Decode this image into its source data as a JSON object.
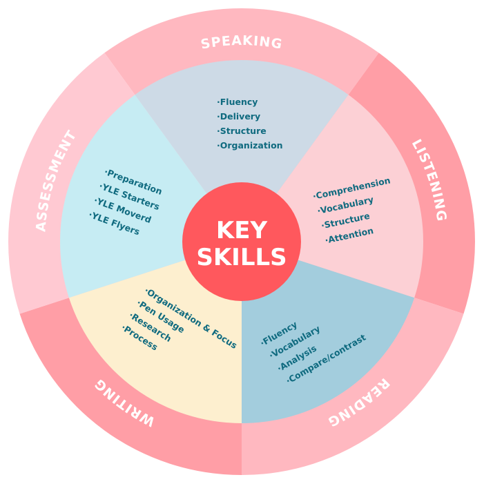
{
  "center": {
    "line1": "KEY",
    "line2": "SKILLS",
    "color": "#ff585d"
  },
  "text_color": "#0f6a7f",
  "segments": [
    {
      "label": "SPEAKING",
      "ring_color": "#ffb8c0",
      "fill_color": "#cddae6",
      "items": [
        "·Fluency",
        "·Delivery",
        "·Structure",
        "·Organization"
      ]
    },
    {
      "label": "LISTENING",
      "ring_color": "#ff9ea6",
      "fill_color": "#fcd0d5",
      "items": [
        "·Comprehension",
        "·Vocabulary",
        "·Structure",
        "·Attention"
      ]
    },
    {
      "label": "READING",
      "ring_color": "#ffb8c0",
      "fill_color": "#a3cddd",
      "items": [
        "·Fluency",
        "·Vocabulary",
        "·Analysis",
        "·Compare/contrast"
      ]
    },
    {
      "label": "WRITING",
      "ring_color": "#ff9ea6",
      "fill_color": "#fdefcf",
      "items": [
        "·Organization & Focus",
        "·Pen Usage",
        "·Research",
        "·Process"
      ]
    },
    {
      "label": "ASSESSMENT",
      "ring_color": "#ffc9d2",
      "fill_color": "#c6ecf3",
      "items": [
        "·Preparation",
        "·YLE Starters",
        "·YLE Moverd",
        "·YLE Flyers"
      ]
    }
  ]
}
